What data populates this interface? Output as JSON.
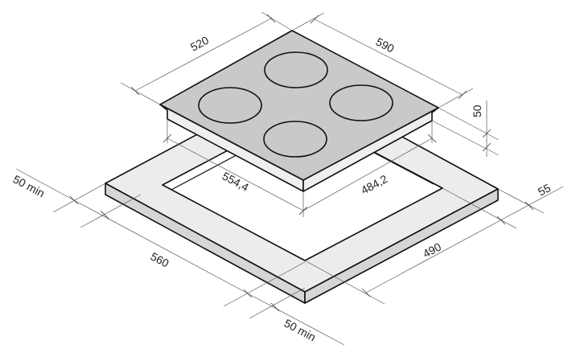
{
  "title": "Cooktop installation dimensions",
  "colors": {
    "hob_top": "#c9c9c9",
    "hob_side": "#efefef",
    "counter_top": "#ececec",
    "counter_side": "#d6d6d6",
    "outline": "#111111"
  },
  "dimensions": {
    "hob_depth": "520",
    "hob_width": "590",
    "hob_height": "50",
    "cutout_width": "554,4",
    "cutout_depth": "484,2",
    "clearance_left": "50 min",
    "counter_width": "560",
    "clearance_front": "50 min",
    "counter_depth": "490",
    "clearance_back": "55"
  }
}
